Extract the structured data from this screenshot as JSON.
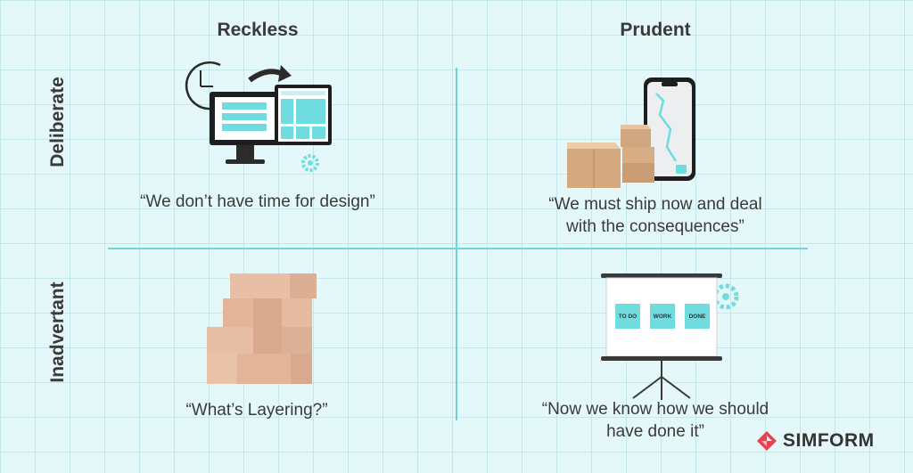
{
  "columns": {
    "reckless": "Reckless",
    "prudent": "Prudent"
  },
  "rows": {
    "deliberate": "Deliberate",
    "inadvertant": "Inadvertant"
  },
  "quadrants": {
    "deliberate_reckless": {
      "quote": "“We don’t have time for design”",
      "icon": "monitor-clock-icon"
    },
    "deliberate_prudent": {
      "quote_line1": "“We must ship now and deal",
      "quote_line2": "with the consequences”",
      "icon": "phone-boxes-icon"
    },
    "inadvertant_reckless": {
      "quote": "“What’s Layering?”",
      "icon": "wooden-blocks-icon"
    },
    "inadvertant_prudent": {
      "quote_line1": "“Now we know how we should",
      "quote_line2": "have done it”",
      "icon": "kanban-board-icon",
      "board_labels": [
        "TO DO",
        "WORK",
        "DONE"
      ]
    }
  },
  "brand": {
    "name": "SIMFORM",
    "color": "#e8424f",
    "accent": "#6fdcdf"
  }
}
